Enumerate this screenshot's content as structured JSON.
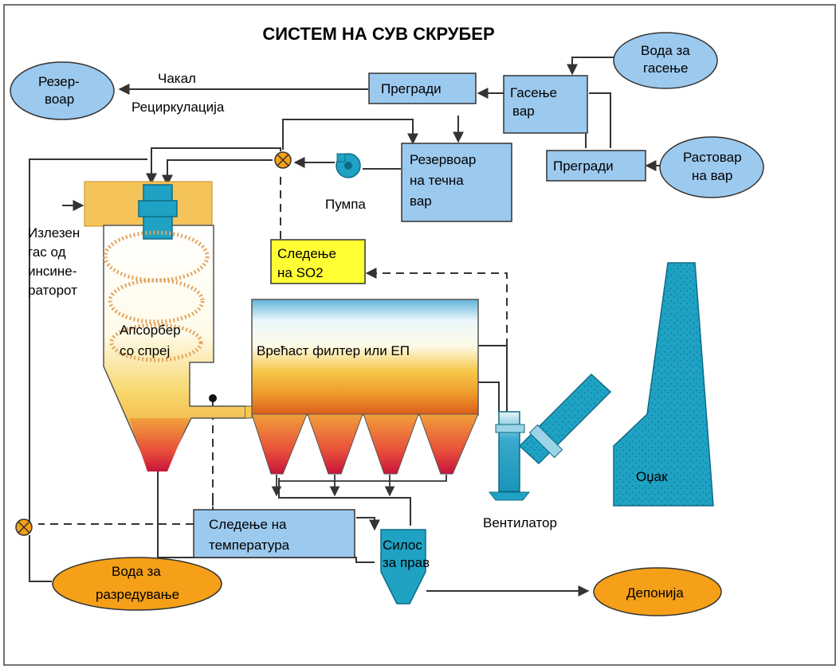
{
  "title": "СИСТЕМ НА СУВ СКРУБЕР",
  "colors": {
    "oval_blue": "#9cc9ee",
    "box_blue": "#9cc9ee",
    "monitor_yellow": "#ffff33",
    "oval_orange": "#f5a018",
    "equipment_teal": "#1fa2c4",
    "line": "#333333"
  },
  "ovals": {
    "reservoir": [
      "Резер-",
      "воар"
    ],
    "water_quench": [
      "Вода за",
      "гасење"
    ],
    "lime_solution": [
      "Растовар",
      "на вар"
    ],
    "dilution_water": [
      "Вода за",
      "разредување"
    ],
    "landfill": [
      "Депонија"
    ]
  },
  "boxes": {
    "screens_top": [
      "Прегради"
    ],
    "lime_slaking": [
      "Гасење",
      "вар"
    ],
    "screens_right": [
      "Прегради"
    ],
    "slurry_tank": [
      "Резервоар",
      "на течна",
      "вар"
    ],
    "so2_monitor": [
      "Следење",
      "на SO2"
    ],
    "temp_monitor": [
      "Следење на",
      "температура"
    ]
  },
  "labels": {
    "grit": "Чакал",
    "recirculation": "Рециркулација",
    "pump": "Пумпа",
    "flue_gas": [
      "Излезен",
      "гас од",
      "инсине-",
      "раторот"
    ],
    "absorber": [
      "Апсорбер",
      "со спреј"
    ],
    "filter": "Врећаст филтер или ЕП",
    "fan": "Вентилатор",
    "stack": "Оџак",
    "silo": [
      "Силос",
      "за прав"
    ]
  },
  "icons": [
    "valve-icon",
    "pump-icon",
    "arrow-icon"
  ]
}
